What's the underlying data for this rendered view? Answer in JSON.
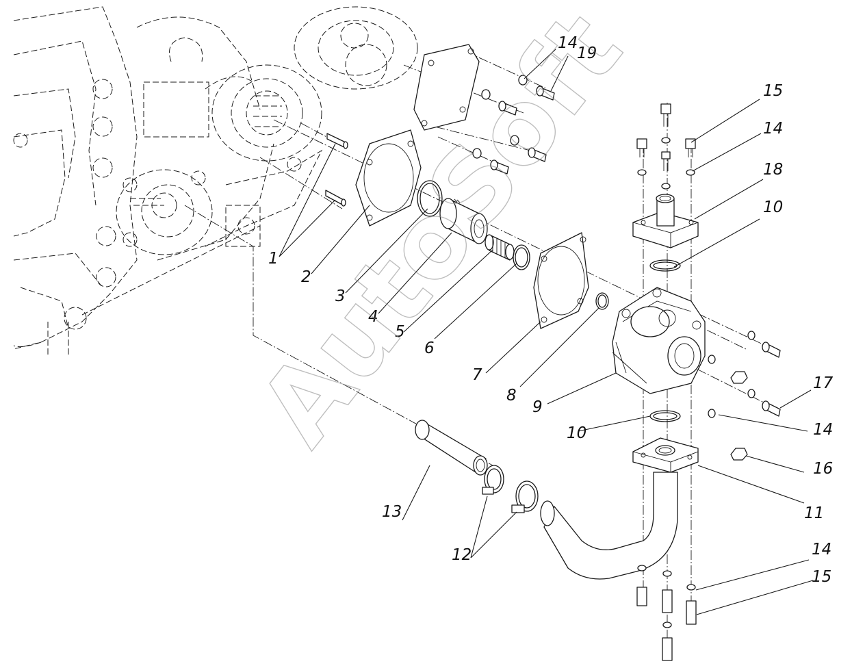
{
  "watermark": "AutoSoft",
  "callouts": [
    {
      "id": "c1",
      "text": "1"
    },
    {
      "id": "c2",
      "text": "2"
    },
    {
      "id": "c3",
      "text": "3"
    },
    {
      "id": "c4",
      "text": "4"
    },
    {
      "id": "c5",
      "text": "5"
    },
    {
      "id": "c6",
      "text": "6"
    },
    {
      "id": "c7",
      "text": "7"
    },
    {
      "id": "c8",
      "text": "8"
    },
    {
      "id": "c9",
      "text": "9"
    },
    {
      "id": "c10a",
      "text": "10"
    },
    {
      "id": "c10b",
      "text": "10"
    },
    {
      "id": "c11",
      "text": "11"
    },
    {
      "id": "c12",
      "text": "12"
    },
    {
      "id": "c13",
      "text": "13"
    },
    {
      "id": "c14a",
      "text": "14"
    },
    {
      "id": "c14b",
      "text": "14"
    },
    {
      "id": "c14c",
      "text": "14"
    },
    {
      "id": "c14d",
      "text": "14"
    },
    {
      "id": "c15a",
      "text": "15"
    },
    {
      "id": "c15b",
      "text": "15"
    },
    {
      "id": "c16",
      "text": "16"
    },
    {
      "id": "c17",
      "text": "17"
    },
    {
      "id": "c18",
      "text": "18"
    },
    {
      "id": "c19",
      "text": "19"
    }
  ]
}
